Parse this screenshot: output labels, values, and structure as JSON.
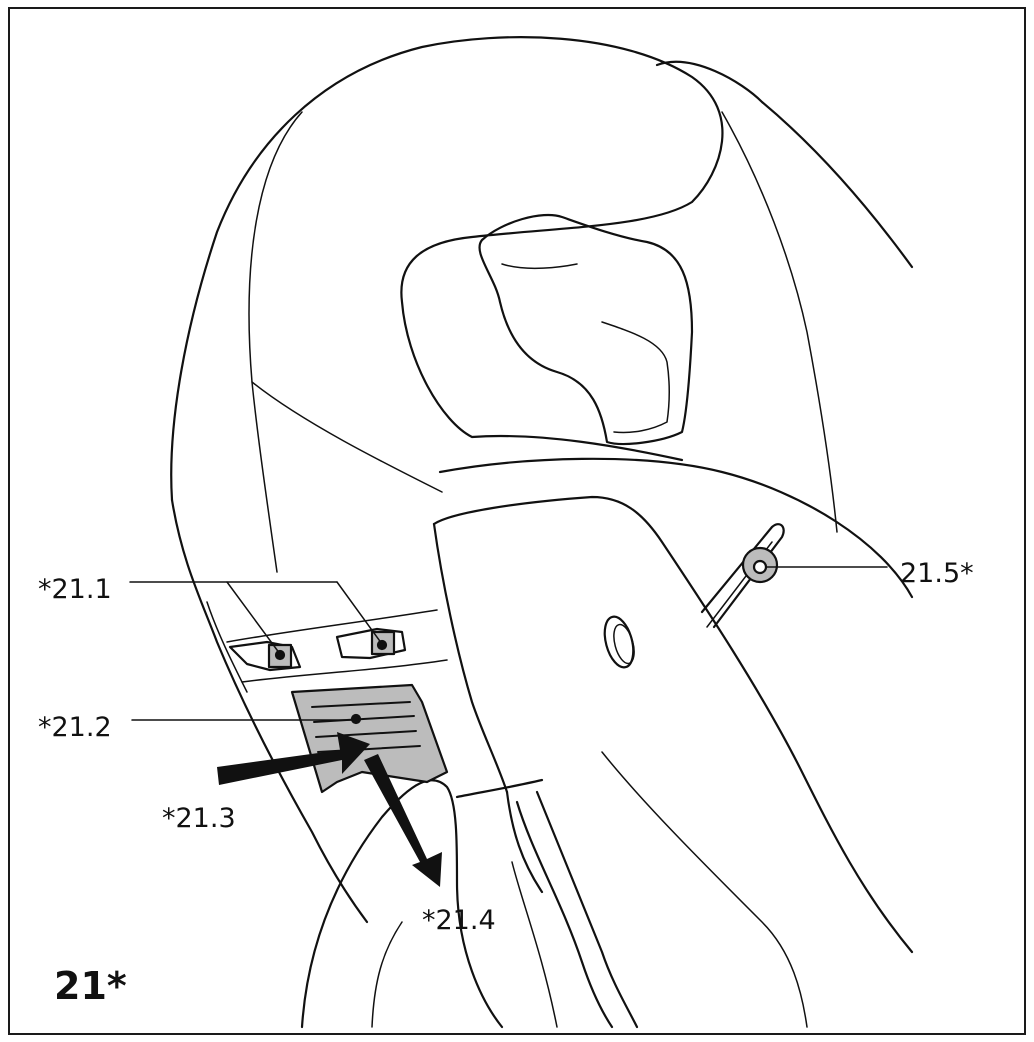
{
  "figure": {
    "number": "21*"
  },
  "callouts": {
    "c1": "*21.1",
    "c2": "*21.2",
    "c3": "*21.3",
    "c4": "*21.4",
    "c5": "21.5*"
  },
  "colors": {
    "line": "#111111",
    "fill": "#ffffff",
    "grip": "#bcbcbc"
  }
}
